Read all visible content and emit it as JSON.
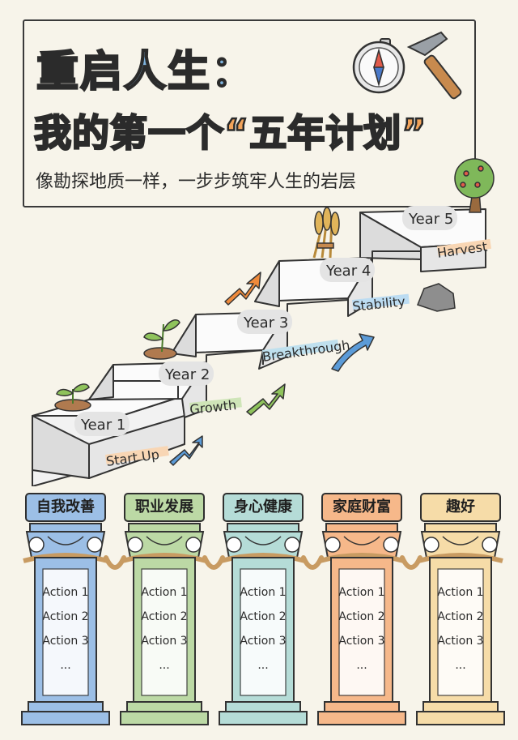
{
  "title": {
    "line1": "重启人生：",
    "line2_prefix": "我的第一个",
    "line2_highlight": "“五年计划”",
    "subtitle": "像勘探地质一样，一步步筑牢人生的岩层"
  },
  "steps": [
    {
      "year": "Year 1",
      "phase": "Start Up"
    },
    {
      "year": "Year 2",
      "phase": "Growth"
    },
    {
      "year": "Year 3",
      "phase": "Breakthrough"
    },
    {
      "year": "Year 4",
      "phase": "Stability"
    },
    {
      "year": "Year 5",
      "phase": "Harvest"
    }
  ],
  "pillars": [
    {
      "label": "自我改善",
      "color": "#9cbfe6",
      "actions": [
        "Action 1",
        "Action 2",
        "Action 3",
        "..."
      ]
    },
    {
      "label": "职业发展",
      "color": "#bcd9a5",
      "actions": [
        "Action 1",
        "Action 2",
        "Action 3",
        "..."
      ]
    },
    {
      "label": "身心健康",
      "color": "#b5dcd7",
      "actions": [
        "Action 1",
        "Action 2",
        "Action 3",
        "..."
      ]
    },
    {
      "label": "家庭财富",
      "color": "#f6b88a",
      "actions": [
        "Action 1",
        "Action 2",
        "Action 3",
        "..."
      ]
    },
    {
      "label": "趣好",
      "color": "#f6dca8",
      "actions": [
        "Action 1",
        "Action 2",
        "Action 3",
        "..."
      ]
    }
  ],
  "colors": {
    "blue": "#7eb3de",
    "green": "#9bc47a",
    "orange": "#f2a35a",
    "arrow_blue": "#5b9bd8",
    "arrow_green": "#8fc35c",
    "arrow_orange": "#ef8a3b"
  },
  "icons": [
    "compass-icon",
    "hammer-icon",
    "tree-icon",
    "wheat-icon",
    "rock-icon",
    "sprout-icon",
    "growth-arrow-icon"
  ]
}
